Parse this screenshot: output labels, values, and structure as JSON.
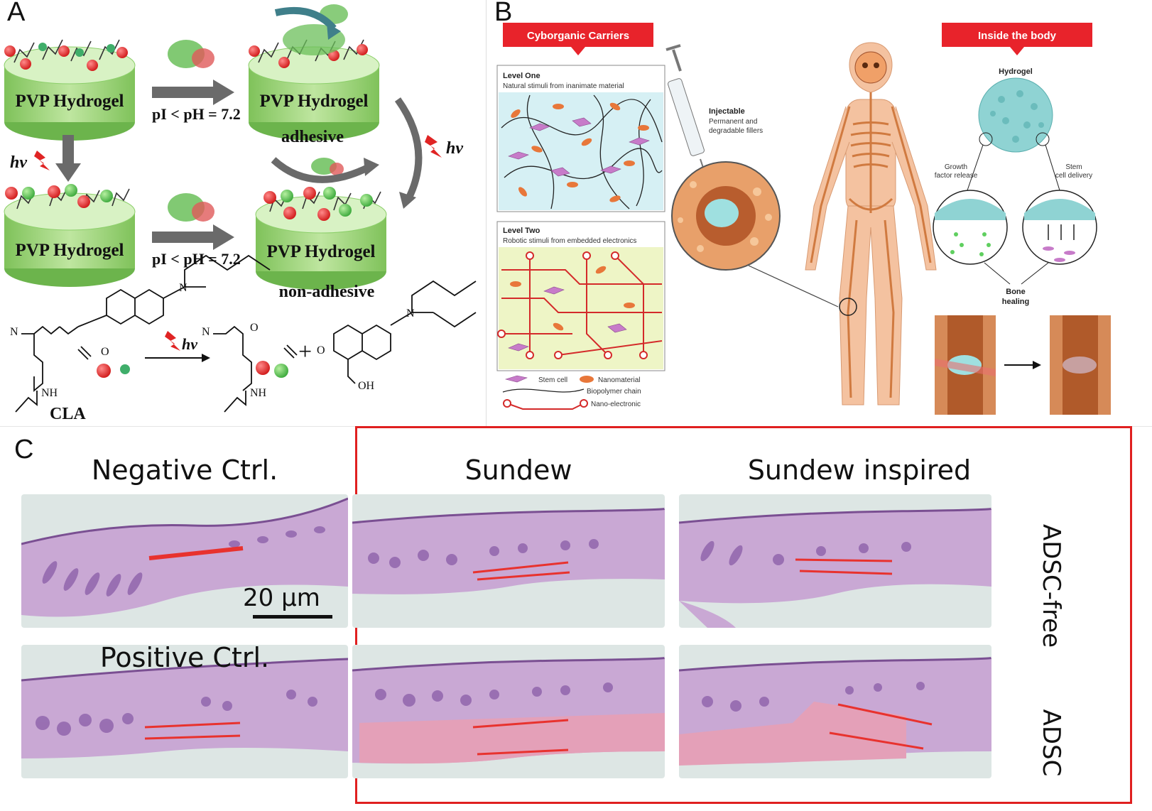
{
  "panel_a": {
    "letter": "A",
    "hydrogel_label": "PVP Hydrogel",
    "arrow_condition": "pI < pH = 7.2",
    "adhesive_label": "adhesive",
    "non_adhesive_label": "non-adhesive",
    "hv_label": "hv",
    "monomer_label": "CLA",
    "plus_sign": "+",
    "amide_label": "NH",
    "hydroxyl_label": "OH",
    "carbonyl_label": "O",
    "amine_label": "N"
  },
  "panel_b": {
    "letter": "B",
    "header_left": "Cyborganic Carriers",
    "header_right": "Inside the body",
    "level_one_title": "Level One",
    "level_one_desc": "Natural stimuli from inanimate material",
    "level_two_title": "Level Two",
    "level_two_desc": "Robotic stimuli from embedded electronics",
    "injectable_title": "Injectable",
    "injectable_desc_1": "Permanent and",
    "injectable_desc_2": "degradable fillers",
    "hydrogel": "Hydrogel",
    "growth_1": "Growth",
    "growth_2": "factor release",
    "stem_1": "Stem",
    "stem_2": "cell delivery",
    "bone_1": "Bone",
    "bone_2": "healing",
    "legend": {
      "stem_cell": "Stem cell",
      "nanomaterial": "Nanomaterial",
      "biopolymer": "Biopolymer chain",
      "nanoelectronic": "Nano-electronic"
    },
    "colors": {
      "header_red": "#e8232b",
      "circuit_red": "#d42a2a",
      "cell_pink": "#c77bc9",
      "nano_orange": "#e8773a",
      "hydrogel_teal": "#8fd3d3"
    }
  },
  "panel_c": {
    "letter": "C",
    "col_negative": "Negative Ctrl.",
    "col_sundew": "Sundew",
    "col_inspired": "Sundew inspired",
    "row_positive": "Positive Ctrl.",
    "row_free": "ADSC-free",
    "row_adsc": "ADSC",
    "scale_bar": "20 μm",
    "colors": {
      "frame_red": "#e02020",
      "marker_red": "#e8322e"
    }
  }
}
